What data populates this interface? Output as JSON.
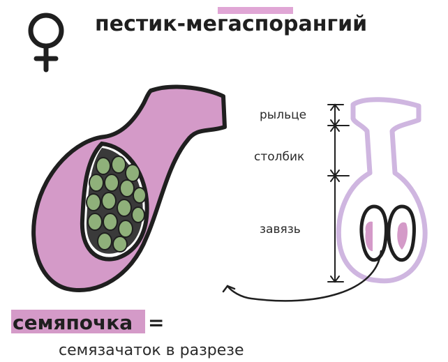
{
  "title": "пестик-мегаспорангий",
  "labels": {
    "stigma": "рыльце",
    "style": "столбик",
    "ovary": "завязь"
  },
  "term": "семяпочка",
  "equals": "=",
  "caption": "семязачаток в разрезе",
  "colors": {
    "ink": "#1f1f1f",
    "pink": "#d49ac8",
    "pink_highlight": "#e0a6d5",
    "lavender": "#cfb6e0",
    "green": "#8fb07a",
    "green_dark": "#6f9a5c",
    "white": "#ffffff"
  },
  "icons": {
    "female_symbol": "female-symbol-icon"
  }
}
